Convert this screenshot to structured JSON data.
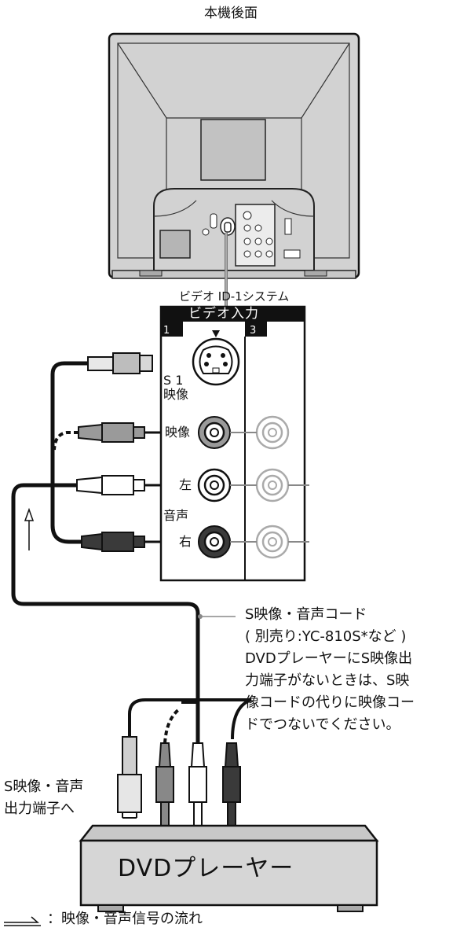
{
  "tv_rear_label": "本機後面",
  "panel": {
    "system_label": "ビデオ ID-1システム",
    "title": "ビデオ入力",
    "slot_1": "1",
    "slot_3": "3",
    "s_jack_label": [
      "S 1",
      "映像"
    ],
    "video_label": "映像",
    "left_label": "左",
    "audio_label": "音声",
    "right_label": "右"
  },
  "cord_note": [
    "S映像・音声コード",
    "( 別売り:YC-810S*など )",
    "DVDプレーヤーにS映像出",
    "力端子がないときは、S映",
    "像コードの代りに映像コー",
    "ドでつないでください。"
  ],
  "source_output_label": [
    "S映像・音声",
    "出力端子へ"
  ],
  "device_label": "DVDプレーヤー",
  "legend_text": "：映像・音声信号の流れ",
  "colors": {
    "tv_body": "#d2d2d2",
    "panel_header": "#111111",
    "right_plug": "#3a3a3a",
    "video_plug": "#9a9a9a",
    "device_body": "#d6d6d6"
  }
}
